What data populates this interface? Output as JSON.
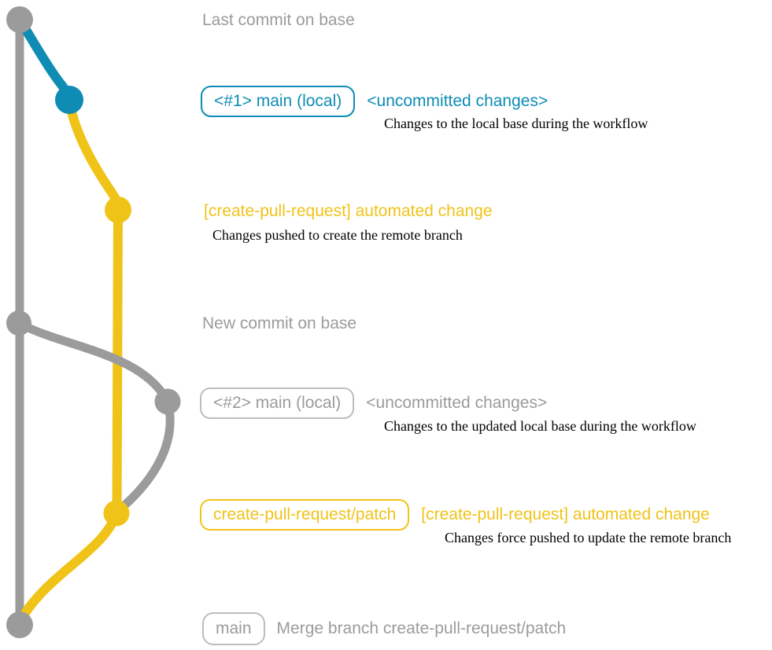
{
  "colors": {
    "gray": "#9B9B9B",
    "gray_border": "#BDBDBD",
    "blue": "#0E8CB4",
    "yellow": "#F0C319",
    "caption": "#000000",
    "background": "#FFFFFF"
  },
  "graph": {
    "type": "git-branch-diagram",
    "branches": [
      {
        "name": "base",
        "color": "gray"
      },
      {
        "name": "local-uncommitted",
        "color": "blue"
      },
      {
        "name": "create-pull-request/patch",
        "color": "yellow"
      }
    ],
    "commits": [
      {
        "id": "base-last",
        "color": "gray",
        "label": "Last commit on base"
      },
      {
        "id": "main1",
        "color": "blue",
        "label": "<#1> main (local)"
      },
      {
        "id": "pr-create",
        "color": "yellow",
        "label": "[create-pull-request] automated change"
      },
      {
        "id": "base-new",
        "color": "gray",
        "label": "New commit on base"
      },
      {
        "id": "main2",
        "color": "gray",
        "label": "<#2> main (local)"
      },
      {
        "id": "pr-update",
        "color": "yellow",
        "label": "[create-pull-request] automated change"
      },
      {
        "id": "merge",
        "color": "gray",
        "label": "Merge branch create-pull-request/patch"
      }
    ]
  },
  "rows": {
    "row1": {
      "title": "Last commit on base"
    },
    "row2": {
      "branch_label": "<#1> main (local)",
      "status": "<uncommitted changes>",
      "caption": "Changes to the local base during the workflow"
    },
    "row3": {
      "title": "[create-pull-request] automated change",
      "caption": "Changes pushed to create the remote branch"
    },
    "row4": {
      "title": "New commit on base"
    },
    "row5": {
      "branch_label": "<#2> main (local)",
      "status": "<uncommitted changes>",
      "caption": "Changes to the updated local base during the workflow"
    },
    "row6": {
      "branch_label": "create-pull-request/patch",
      "title": "[create-pull-request] automated change",
      "caption": "Changes force pushed to update the remote branch"
    },
    "row7": {
      "branch_label": "main",
      "title": "Merge branch create-pull-request/patch"
    }
  }
}
